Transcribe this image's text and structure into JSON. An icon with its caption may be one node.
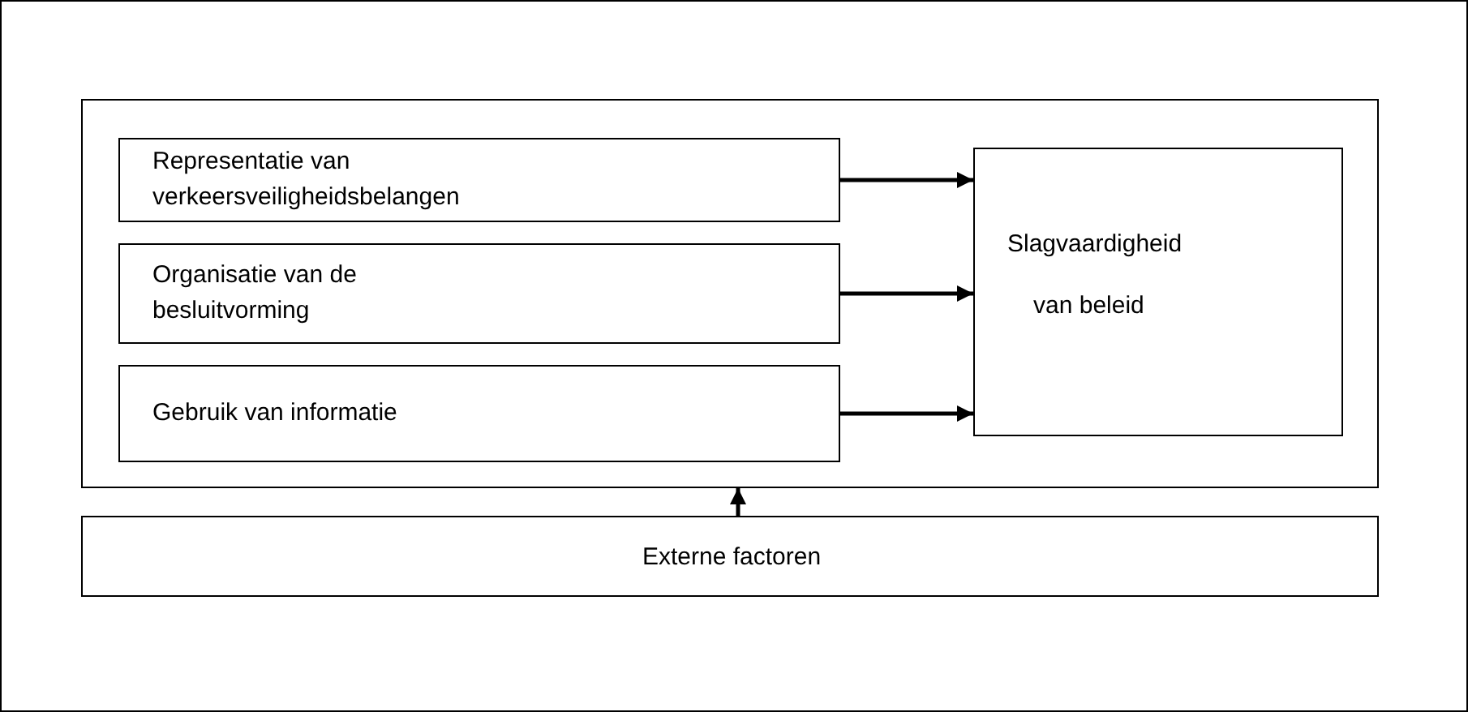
{
  "diagram": {
    "nodes": [
      {
        "text": [],
        "shape": "box"
      },
      {
        "text": [
          "Representatie van verkeersveiligheidsbelangen"
        ],
        "in": 0
      },
      {
        "text": [
          "Organisatie van de besluitvorming"
        ],
        "in": 0
      },
      {
        "text": [
          "Gebruik van informatie"
        ],
        "in": 0
      },
      {
        "text": [
          "Slagvaardigheid",
          "van beleid"
        ],
        "in": 0
      },
      {
        "text": [
          "Externe factoren"
        ]
      }
    ],
    "edges": [
      {
        "from": 1,
        "to": 4,
        "arrow": "to"
      },
      {
        "from": 2,
        "to": 4,
        "arrow": "to"
      },
      {
        "from": 3,
        "to": 4,
        "arrow": "to"
      },
      {
        "from": 5,
        "to": 0,
        "arrow": "to"
      }
    ]
  }
}
